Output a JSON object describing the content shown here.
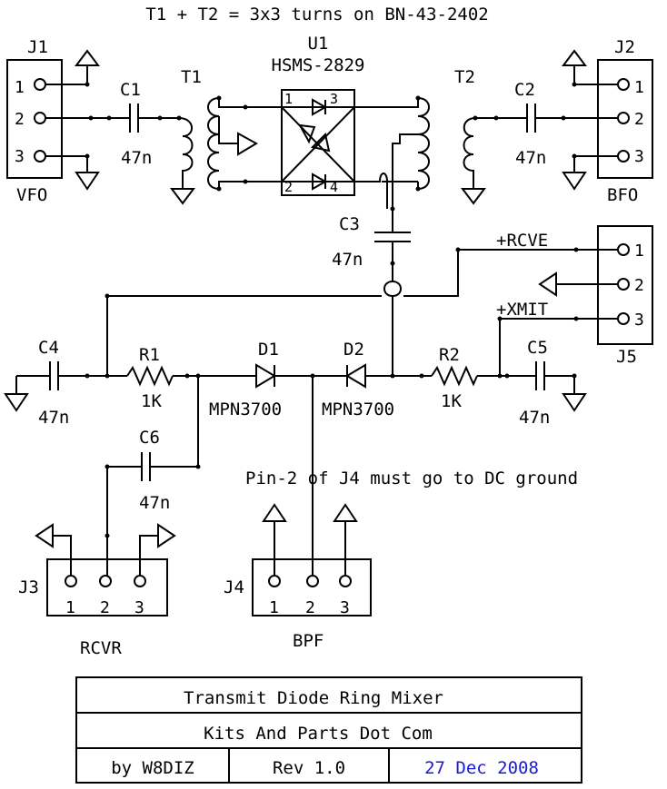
{
  "header_note": "T1 + T2 = 3x3 turns on BN-43-2402",
  "instruction_note": "Pin-2 of J4 must go to DC ground",
  "connectors": {
    "j1": {
      "ref": "J1",
      "name": "VFO",
      "pins": [
        "1",
        "2",
        "3"
      ]
    },
    "j2": {
      "ref": "J2",
      "name": "BFO",
      "pins": [
        "1",
        "2",
        "3"
      ]
    },
    "j3": {
      "ref": "J3",
      "name": "RCVR",
      "pins": [
        "1",
        "2",
        "3"
      ]
    },
    "j4": {
      "ref": "J4",
      "name": "BPF",
      "pins": [
        "1",
        "2",
        "3"
      ]
    },
    "j5": {
      "ref": "J5",
      "pins": [
        "1",
        "2",
        "3"
      ]
    }
  },
  "components": {
    "u1": {
      "ref": "U1",
      "part": "HSMS-2829",
      "pins": [
        "1",
        "3",
        "2",
        "4"
      ]
    },
    "t1": {
      "ref": "T1"
    },
    "t2": {
      "ref": "T2"
    },
    "c1": {
      "ref": "C1",
      "value": "47n"
    },
    "c2": {
      "ref": "C2",
      "value": "47n"
    },
    "c3": {
      "ref": "C3",
      "value": "47n"
    },
    "c4": {
      "ref": "C4",
      "value": "47n"
    },
    "c5": {
      "ref": "C5",
      "value": "47n"
    },
    "c6": {
      "ref": "C6",
      "value": "47n"
    },
    "r1": {
      "ref": "R1",
      "value": "1K"
    },
    "r2": {
      "ref": "R2",
      "value": "1K"
    },
    "d1": {
      "ref": "D1",
      "part": "MPN3700"
    },
    "d2": {
      "ref": "D2",
      "part": "MPN3700"
    }
  },
  "nets": {
    "rcve": "+RCVE",
    "xmit": "+XMIT"
  },
  "title_block": {
    "title": "Transmit Diode Ring Mixer",
    "company": "Kits And Parts Dot Com",
    "author": "by W8DIZ",
    "revision": "Rev 1.0",
    "date": "27 Dec 2008",
    "date_color": "#1a1ad0"
  }
}
